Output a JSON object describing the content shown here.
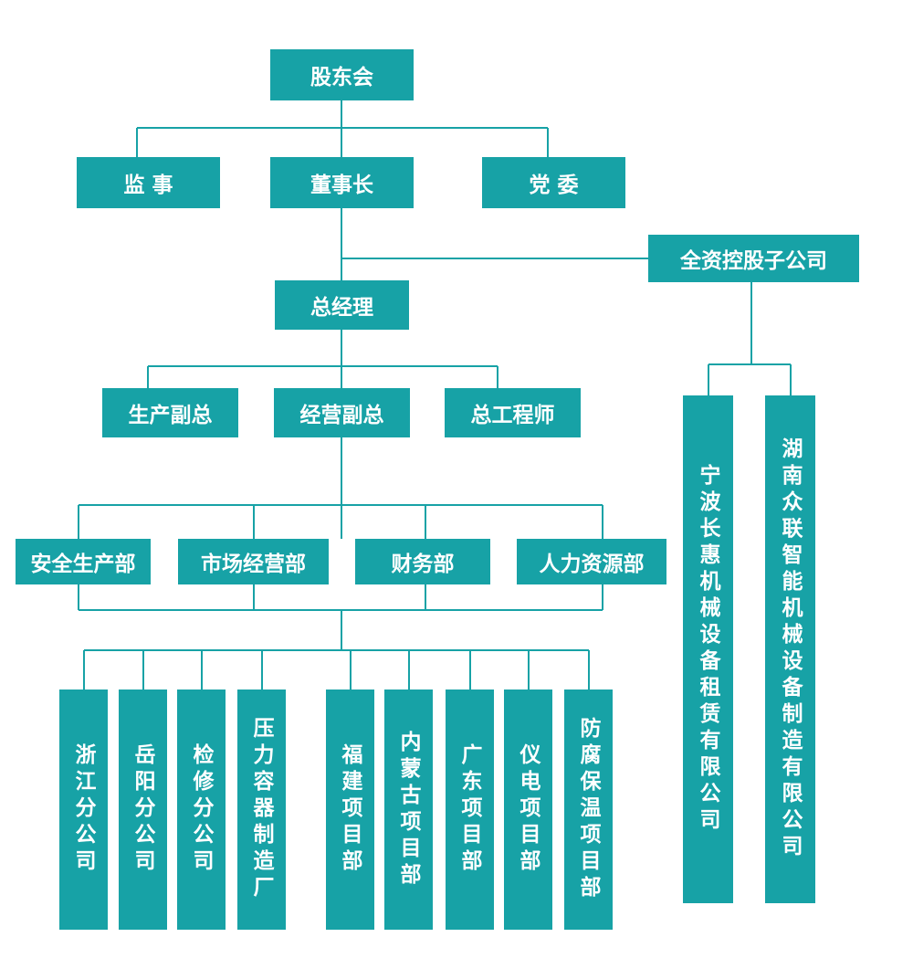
{
  "colors": {
    "box": "#17a2a6",
    "line": "#17a2a6",
    "text": "#ffffff"
  },
  "nodes": {
    "shareholders": "股东会",
    "supervisor": "监 事",
    "chairman": "董事长",
    "party": "党 委",
    "holding": "全资控股子公司",
    "gm": "总经理",
    "vp_production": "生产副总",
    "vp_operations": "经营副总",
    "chief_engineer": "总工程师",
    "dept_safety": "安全生产部",
    "dept_market": "市场经营部",
    "dept_finance": "财务部",
    "dept_hr": "人力资源部",
    "branch_zhejiang": "浙江分公司",
    "branch_yueyang": "岳阳分公司",
    "branch_maintenance": "检修分公司",
    "branch_pressure": "压力容器制造厂",
    "proj_fujian": "福建项目部",
    "proj_neimenggu": "内蒙古项目部",
    "proj_guangdong": "广东项目部",
    "proj_instrument": "仪电项目部",
    "proj_anticorrosion": "防腐保温项目部",
    "sub_ningbo": "宁波长惠机械设备租赁有限公司",
    "sub_hunan": "湖南众联智能机械设备制造有限公司"
  }
}
